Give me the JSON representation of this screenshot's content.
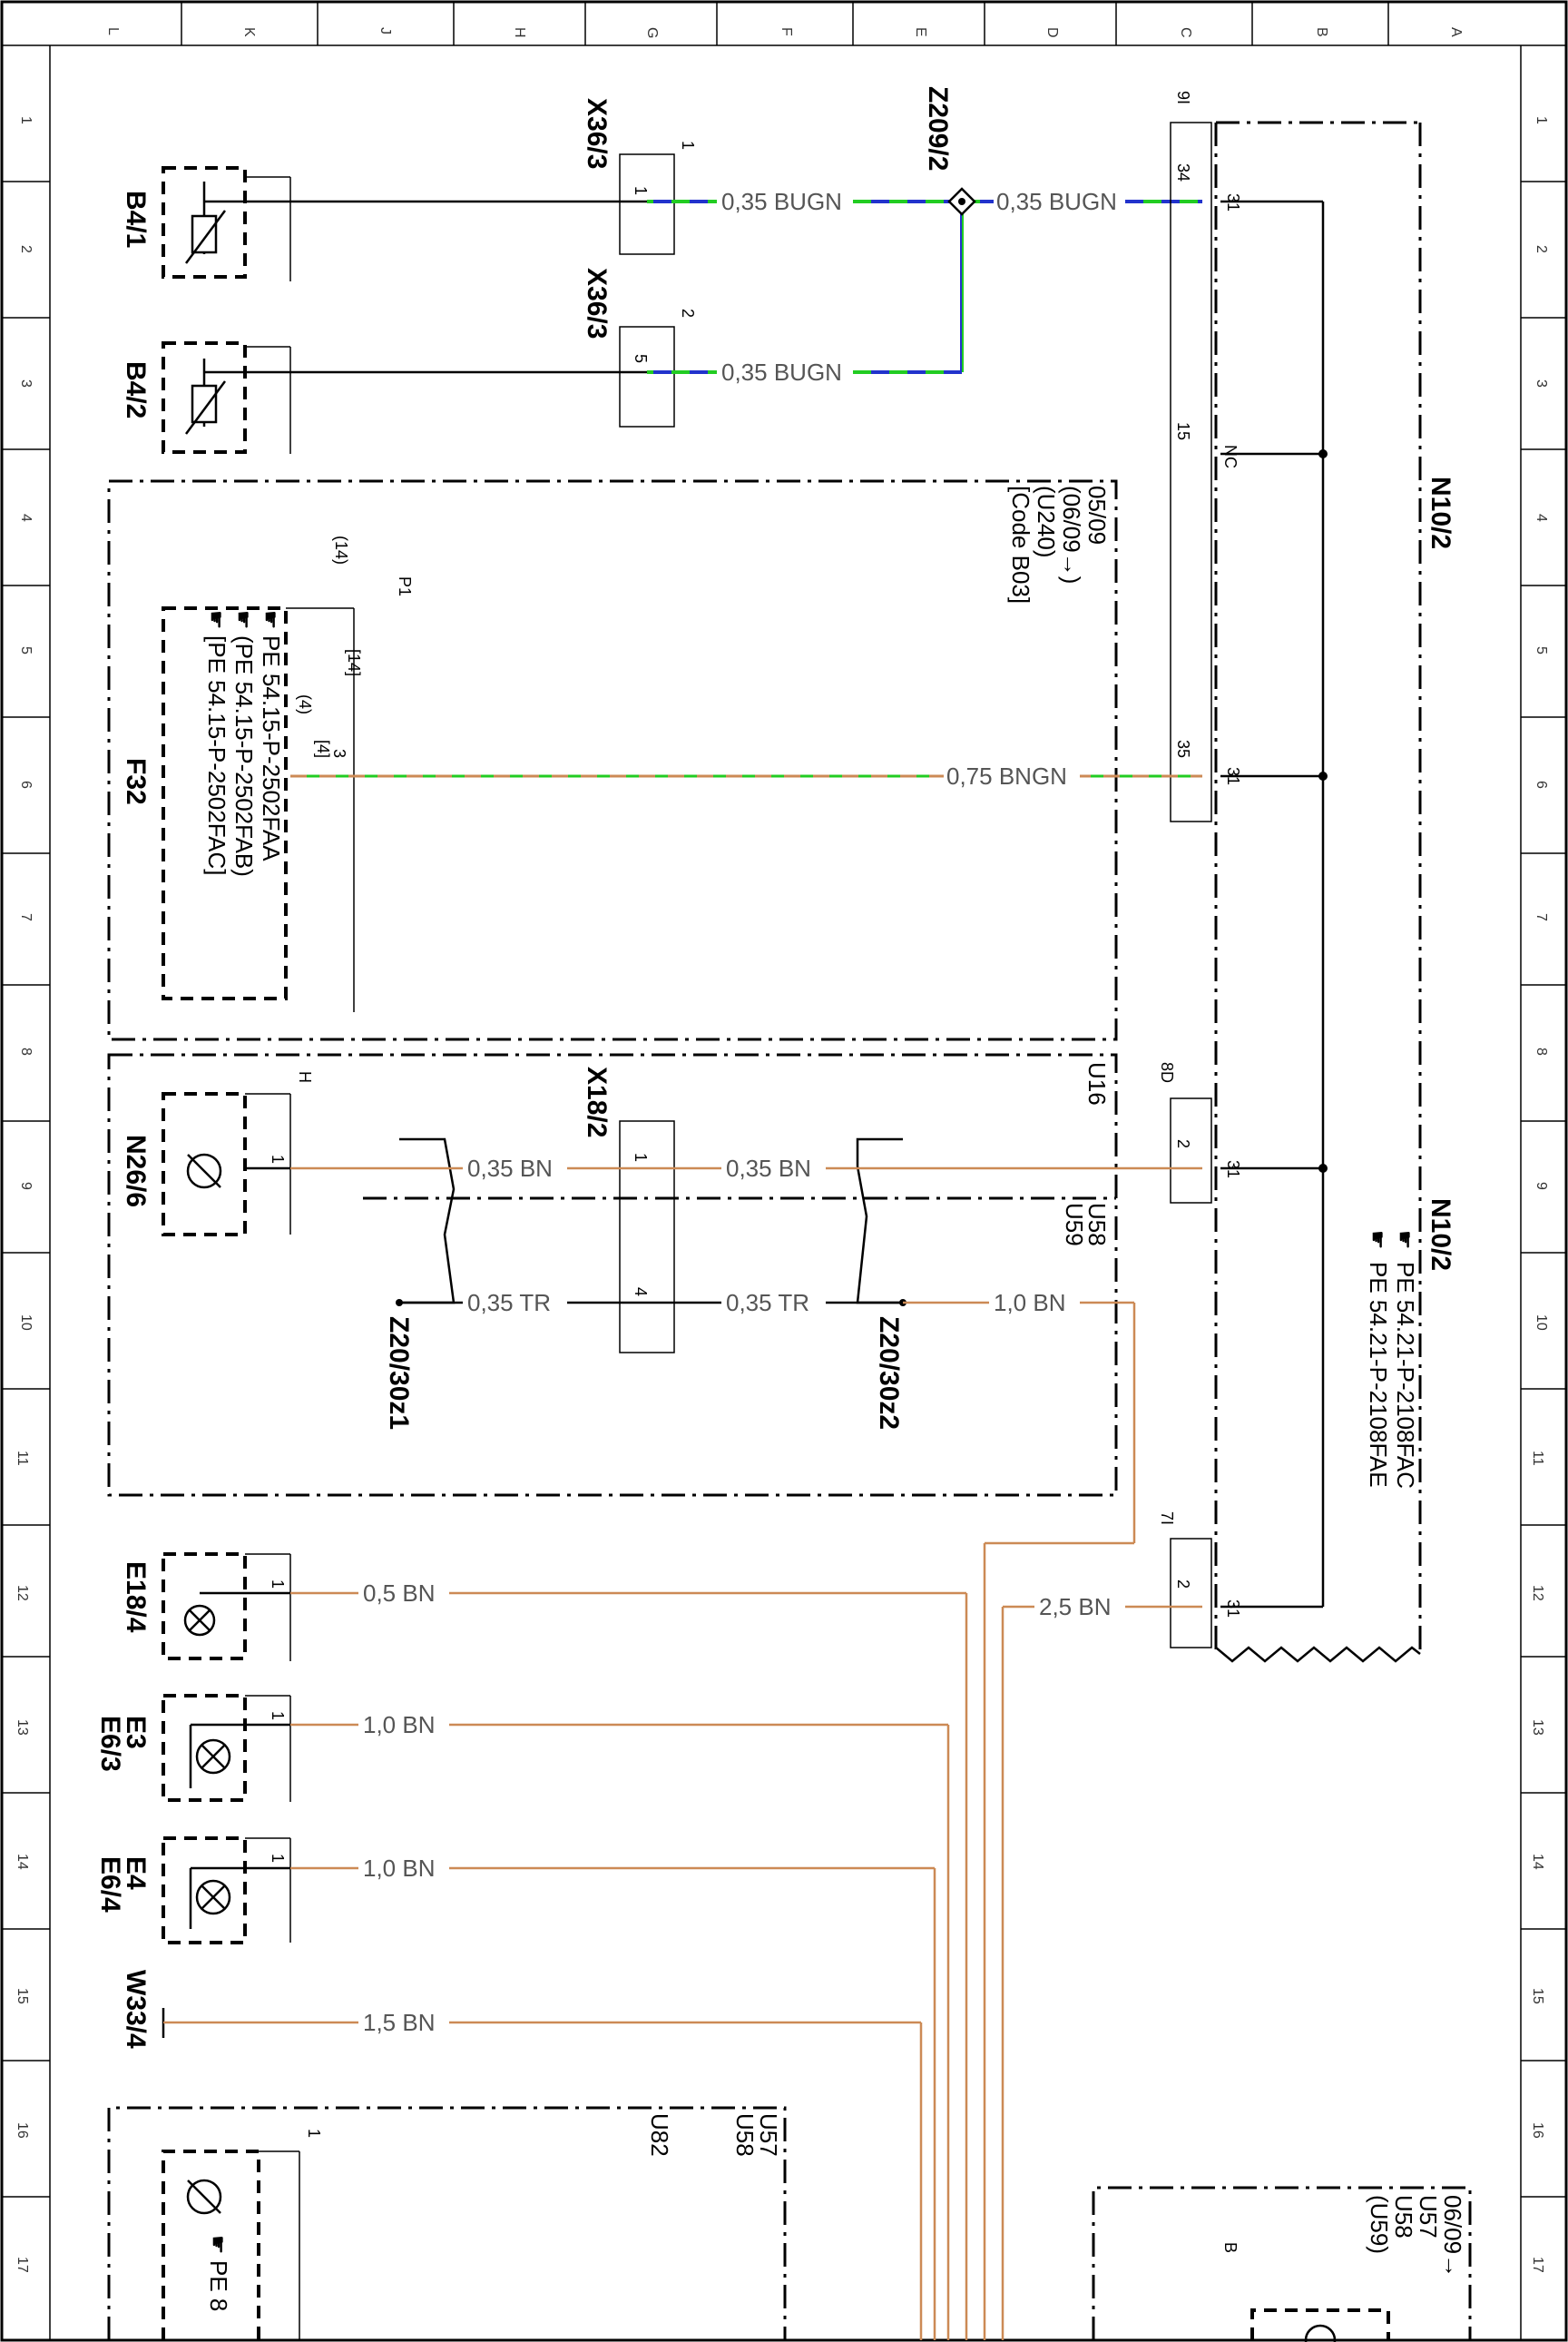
{
  "grid": {
    "columns": [
      "L",
      "K",
      "J",
      "H",
      "G",
      "F",
      "E",
      "D",
      "C",
      "B",
      "A"
    ],
    "rows": [
      "1",
      "2",
      "3",
      "4",
      "5",
      "6",
      "7",
      "8",
      "9",
      "10",
      "11",
      "12",
      "13",
      "14",
      "15",
      "16",
      "17"
    ]
  },
  "components": {
    "b4_1": "B4/1",
    "b4_2": "B4/2",
    "x36_3a": "X36/3",
    "x36_3b": "X36/3",
    "z209_2": "Z209/2",
    "n10_2_top": "N10/2",
    "n10_2_bottom": "N10/2",
    "f32": "F32",
    "n26_6": "N26/6",
    "x18_2": "X18/2",
    "z20_30z1": "Z20/30z1",
    "z20_30z2": "Z20/30z2",
    "e18_4": "E18/4",
    "e3": "E3",
    "e6_3": "E6/3",
    "e4": "E4",
    "e6_4": "E6/4",
    "w33_4": "W33/4"
  },
  "wires": {
    "w1": "0,35 BUGN",
    "w2": "0,35 BUGN",
    "w3": "0,35 BUGN",
    "w4": "0,75 BNGN",
    "w5": "0,35 BN",
    "w6": "0,35 BN",
    "w7": "0,35 TR",
    "w8": "0,35 TR",
    "w9": "1,0 BN",
    "w10": "0,5 BN",
    "w11": "2,5 BN",
    "w12": "1,0 BN",
    "w13": "1,0 BN",
    "w14": "1,5 BN"
  },
  "pins": {
    "p1": "1",
    "p2": "1",
    "p3": "5",
    "p4": "2",
    "p5": "1",
    "p6": "1",
    "p7": "9I",
    "p8": "34",
    "p9": "31",
    "p10": "15",
    "p11": "NC",
    "p12": "35",
    "p13": "31",
    "p14": "8D",
    "p15": "2",
    "p16": "31",
    "p17": "7I",
    "p18": "2",
    "p19": "31",
    "p20": "3",
    "p21": "(4)",
    "p22": "[4]",
    "p23": "(14)",
    "p24": "P1",
    "p25": "[14]",
    "p26": "H",
    "p27": "1",
    "p28": "1",
    "p29": "4",
    "p30": "1",
    "p31": "1",
    "p32": "1",
    "p33": "1",
    "p34": "B"
  },
  "variants": {
    "f32_line1": "05/09",
    "f32_line2": "(06/09→)",
    "f32_line3": "(U240)",
    "f32_line4": "[Code B03]",
    "u16": "U16",
    "u58": "U58",
    "u59": "U59",
    "u57": "U57",
    "u58b": "U58",
    "u82": "U82",
    "br_line1": "06/09→",
    "br_line2": "U57",
    "br_line3": "U58",
    "br_line4": "(U59)"
  },
  "references": {
    "f32_a": "PE 54.15-P-2502FAA",
    "f32_b": "(PE 54.15-P-2502FAB)",
    "f32_c": "[PE 54.15-P-2502FAC]",
    "n10_a": "PE 54.21-P-2108FAC",
    "n10_b": "PE 54.21-P-2108FAE",
    "bottom": "PE 8"
  },
  "colors": {
    "green": "#22cc22",
    "blue": "#2233cc",
    "brown": "#cc8a55"
  }
}
